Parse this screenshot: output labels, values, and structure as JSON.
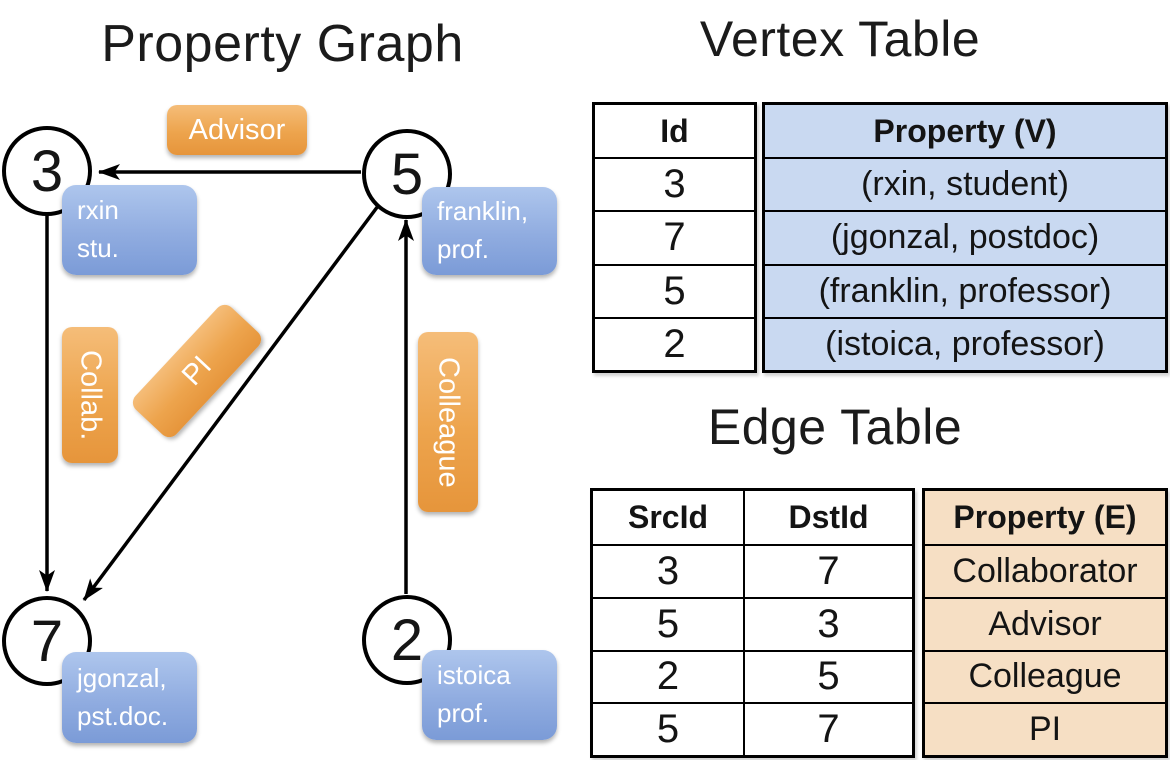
{
  "colors": {
    "edge_label_orange": "#EDA44D",
    "vertex_box_blue": "#90ACE0",
    "vertex_table_cell_bg": "#C9D9F1",
    "edge_table_cell_bg": "#F6DFC4",
    "line_black": "#000000"
  },
  "graph": {
    "title": "Property Graph",
    "nodes": [
      {
        "id": "3",
        "property_lines": [
          "rxin",
          "stu."
        ]
      },
      {
        "id": "5",
        "property_lines": [
          "franklin,",
          "prof."
        ]
      },
      {
        "id": "7",
        "property_lines": [
          "jgonzal,",
          "pst.doc."
        ]
      },
      {
        "id": "2",
        "property_lines": [
          "istoica",
          "prof."
        ]
      }
    ],
    "edge_labels": {
      "advisor": "Advisor",
      "collab": "Collab.",
      "pi": "PI",
      "colleague": "Colleague"
    },
    "edges": [
      {
        "src": "5",
        "dst": "3",
        "label": "Advisor"
      },
      {
        "src": "3",
        "dst": "7",
        "label": "Collab."
      },
      {
        "src": "5",
        "dst": "7",
        "label": "PI"
      },
      {
        "src": "2",
        "dst": "5",
        "label": "Colleague"
      }
    ]
  },
  "vertex_table": {
    "title": "Vertex Table",
    "columns": [
      "Id",
      "Property (V)"
    ],
    "rows": [
      [
        "3",
        "(rxin, student)"
      ],
      [
        "7",
        "(jgonzal, postdoc)"
      ],
      [
        "5",
        "(franklin, professor)"
      ],
      [
        "2",
        "(istoica, professor)"
      ]
    ]
  },
  "edge_table": {
    "title": "Edge Table",
    "columns": [
      "SrcId",
      "DstId",
      "Property (E)"
    ],
    "rows": [
      [
        "3",
        "7",
        "Collaborator"
      ],
      [
        "5",
        "3",
        "Advisor"
      ],
      [
        "2",
        "5",
        "Colleague"
      ],
      [
        "5",
        "7",
        "PI"
      ]
    ]
  }
}
